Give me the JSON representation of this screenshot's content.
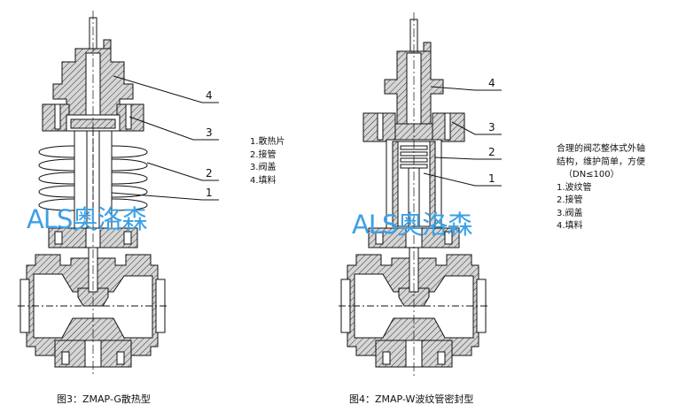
{
  "figure_left": {
    "caption": "图3：ZMAP-G散热型",
    "callouts": [
      "4",
      "3",
      "2",
      "1"
    ],
    "legend": [
      "1.散热片",
      "2.接管",
      "3.阀盖",
      "4.填料"
    ]
  },
  "figure_right": {
    "caption": "图4：ZMAP-W波纹管密封型",
    "callouts": [
      "4",
      "3",
      "2",
      "1"
    ],
    "description": [
      "合理的阀芯整体式外轴",
      "结构，维护简单，方便",
      "（DN≤100）"
    ],
    "legend": [
      "1.波纹管",
      "2.接管",
      "3.阀盖",
      "4.填料"
    ]
  },
  "watermark": {
    "text": "ALS奥洛森",
    "color": "#3aa0e6"
  },
  "colors": {
    "line": "#111111",
    "hatch": "#444444",
    "section_fill": "#cfcfcf"
  }
}
